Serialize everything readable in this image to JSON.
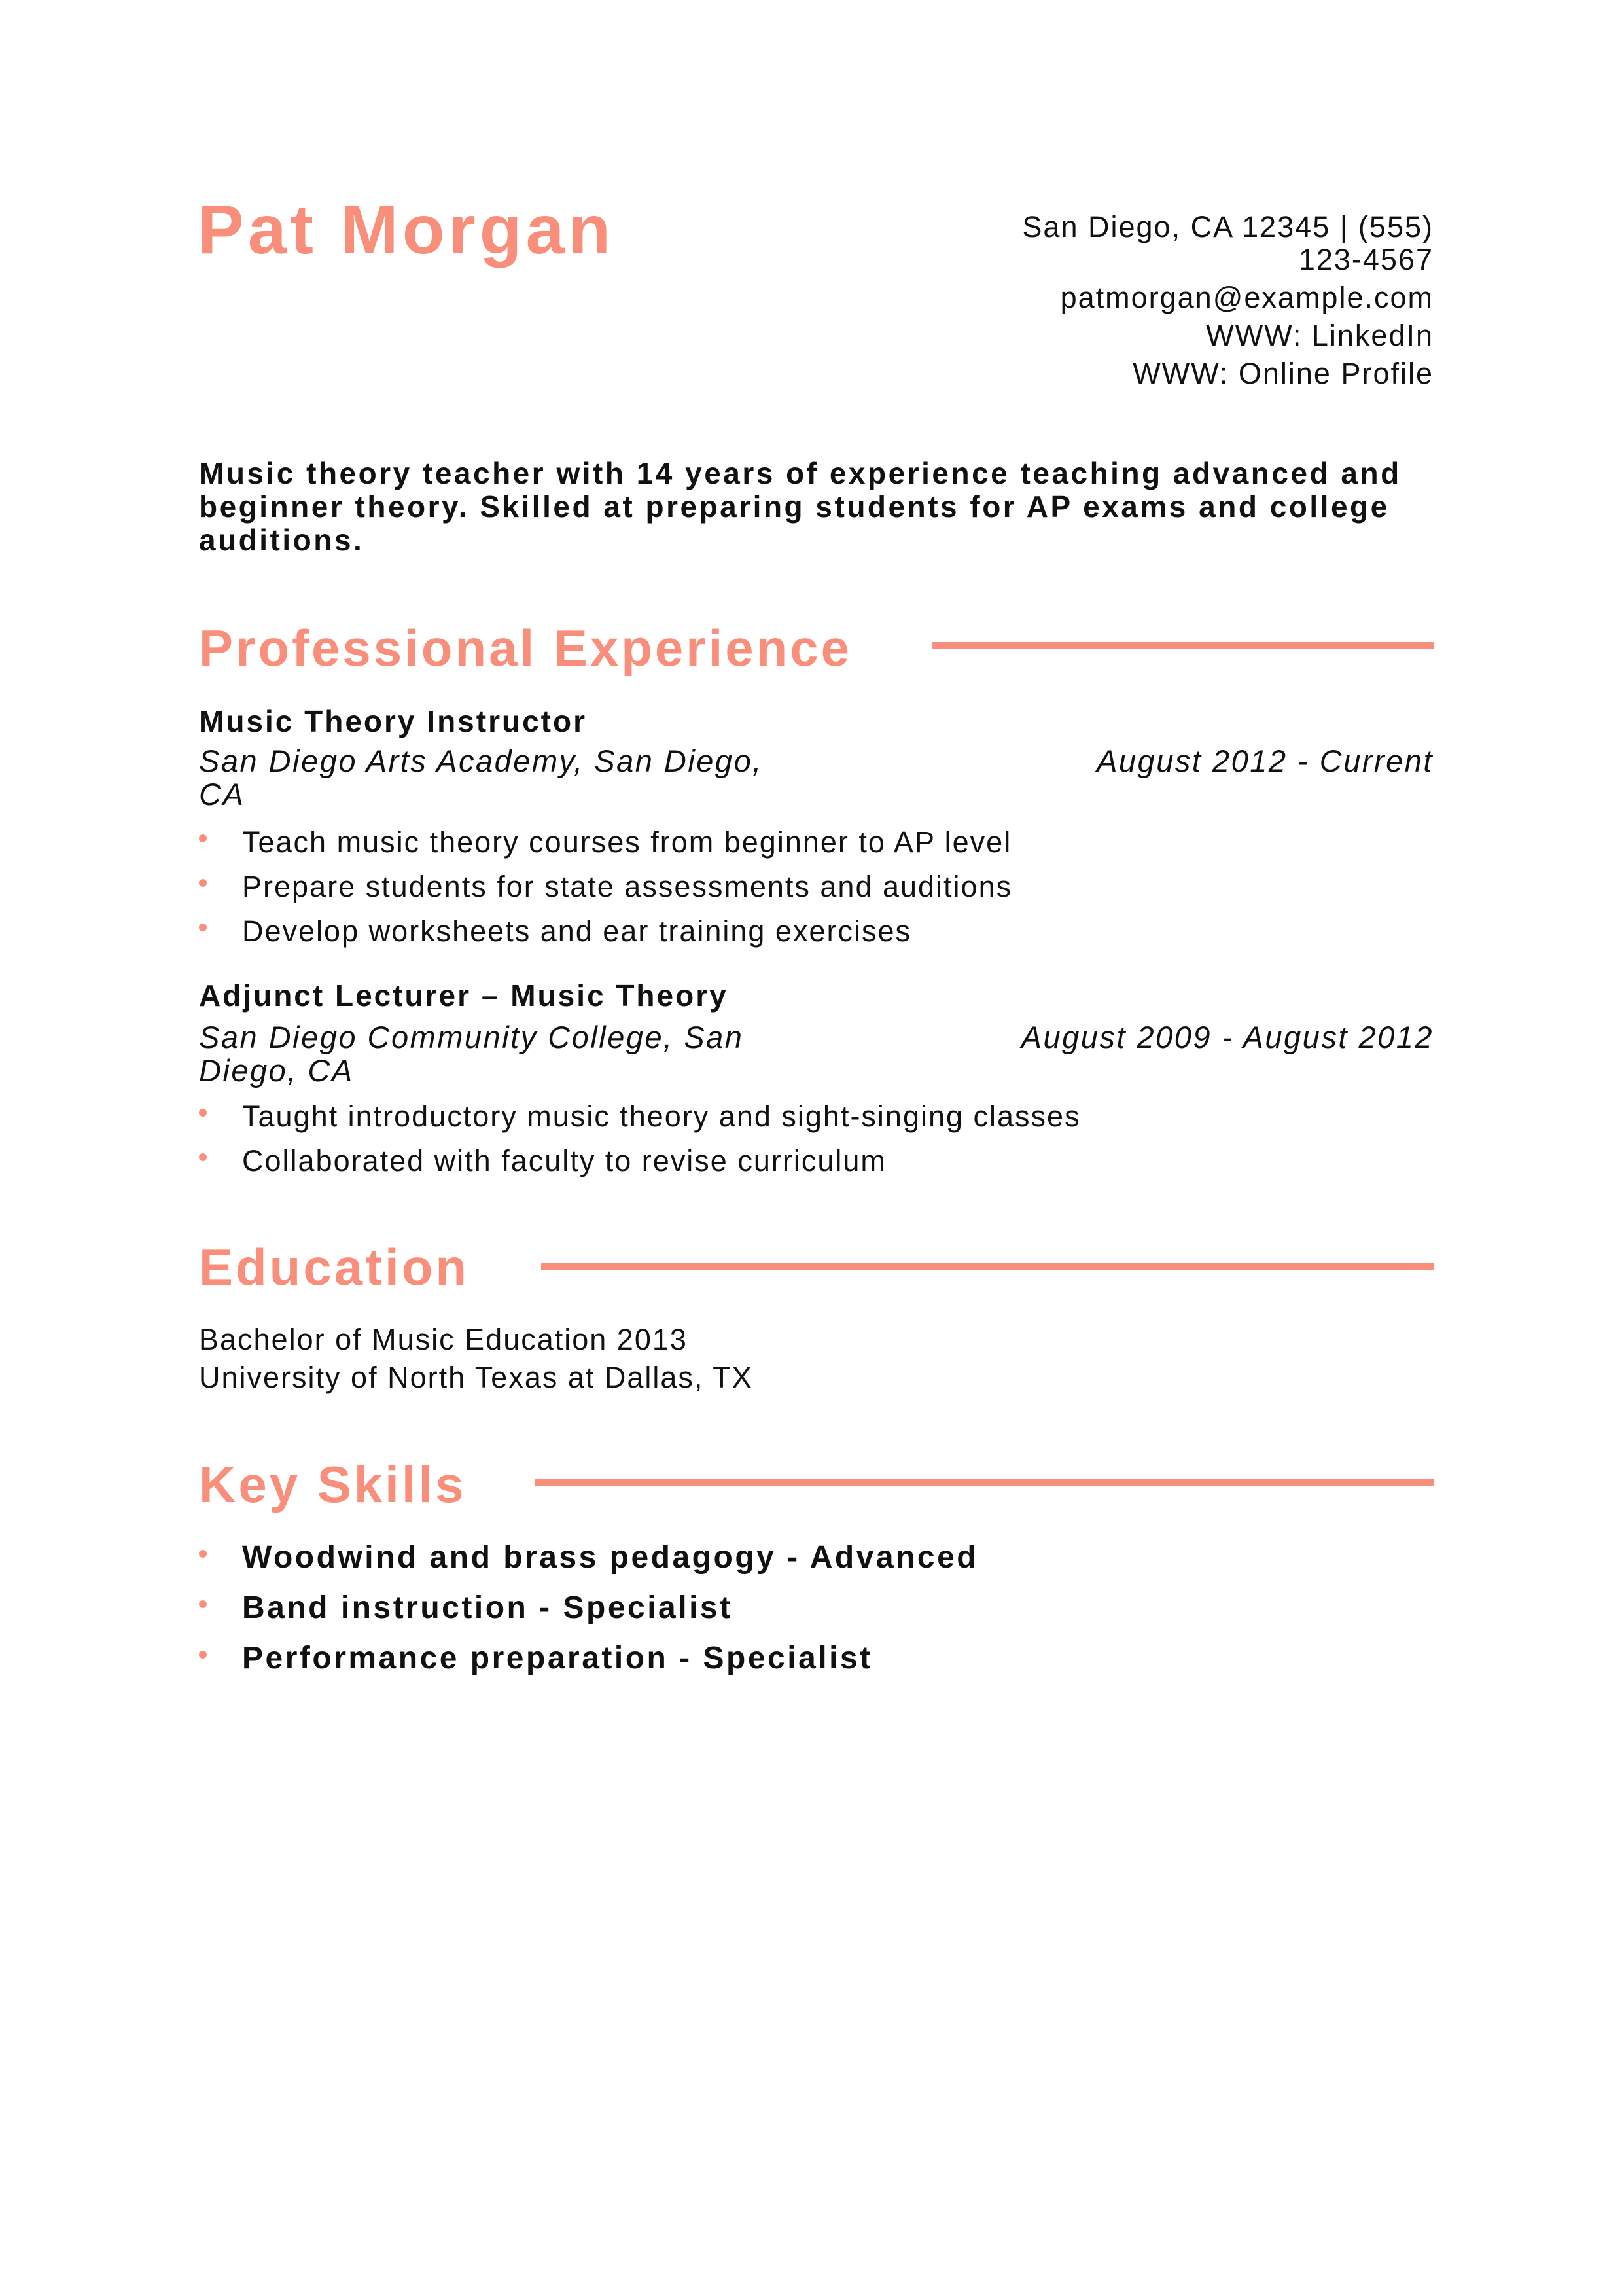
{
  "header": {
    "name": "Pat Morgan",
    "contact": {
      "address_phone": "San Diego, CA 12345 | (555) 123-4567",
      "email": "patmorgan@example.com",
      "linkedin": "WWW: LinkedIn",
      "profile": "WWW: Online Profile"
    }
  },
  "summary": "Music theory teacher with 14 years of experience teaching advanced and beginner theory. Skilled at preparing students for AP exams and college auditions.",
  "experience": {
    "heading": "Professional Experience",
    "jobs": [
      {
        "title": "Music Theory Instructor",
        "company": "San Diego Arts Academy, San Diego, CA",
        "dates": "August 2012 - Current",
        "bullets": [
          "Teach music theory courses from beginner to AP level",
          "Prepare students for state assessments and auditions",
          "Develop worksheets and ear training exercises"
        ]
      },
      {
        "title": "Adjunct Lecturer – Music Theory",
        "company": "San Diego Community College, San Diego, CA",
        "dates": "August 2009 - August 2012",
        "bullets": [
          "Taught introductory music theory and sight-singing classes",
          "Collaborated with faculty to revise curriculum"
        ]
      }
    ]
  },
  "education": {
    "heading": "Education",
    "degree": "Bachelor of Music Education 2013",
    "school": "University of North Texas at Dallas, TX"
  },
  "skills": {
    "heading": "Key Skills",
    "items": [
      "Woodwind and brass pedagogy - Advanced",
      "Band instruction - Specialist",
      "Performance preparation - Specialist"
    ]
  },
  "colors": {
    "accent": "#F98E7B",
    "text": "#111111"
  }
}
